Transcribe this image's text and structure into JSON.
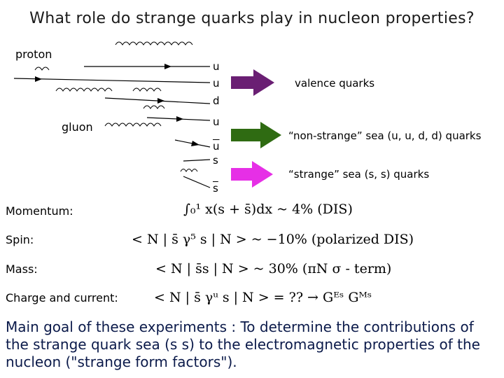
{
  "title": "What role do strange quarks play in nucleon properties?",
  "diagram": {
    "proton_label": "proton",
    "gluon_label": "gluon",
    "quarks": [
      "u",
      "u",
      "d",
      "u",
      "u",
      "s",
      "s"
    ],
    "valence_label": "valence quarks",
    "nonstrange_label": "“non-strange” sea (u, u, d, d) quarks",
    "strange_label": "“strange” sea (s, s) quarks",
    "arrow_colors": {
      "valence": "#6a1f73",
      "nonstrange": "#2f6b12",
      "strange": "#e62fe6"
    }
  },
  "properties": [
    {
      "label": "Momentum:",
      "expr": "∫₀¹ x(s + s̄)dx  ~  4%   (DIS)"
    },
    {
      "label": "Spin:",
      "expr": "< N | s̄ γ⁵ s | N >  ~  −10%   (polarized DIS)"
    },
    {
      "label": "Mass:",
      "expr": "< N | s̄s | N >  ~  30%   (πN σ - term)"
    },
    {
      "label": "Charge and current:",
      "expr": "< N | s̄ γᵘ s | N >  =  ??  →  Gᴱˢ  Gᴹˢ"
    }
  ],
  "goal_text": "Main goal of these experiments : To determine the contributions of the strange quark sea (s s) to the electromagnetic properties of the nucleon (\"strange form factors\")."
}
